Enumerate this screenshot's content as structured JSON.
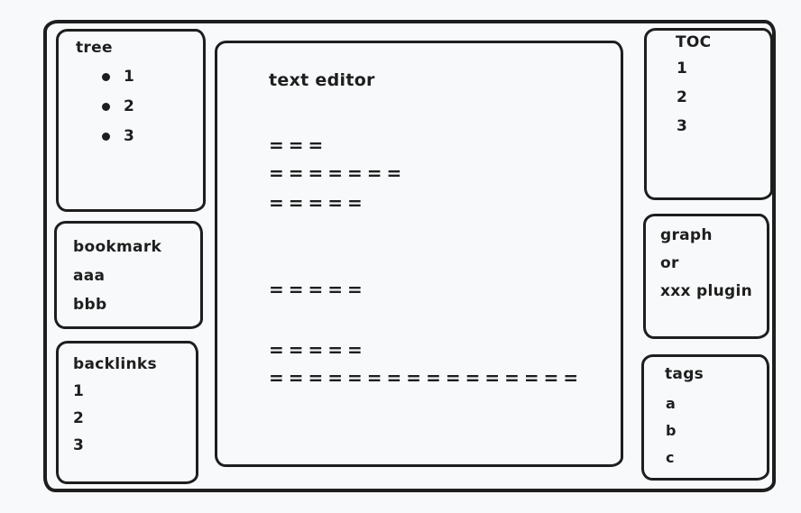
{
  "colors": {
    "stroke": "#1e1e1e",
    "background": "#f8f9fa"
  },
  "left_sidebar": {
    "tree": {
      "title": "tree",
      "items": [
        "1",
        "2",
        "3"
      ]
    },
    "bookmark": {
      "title": "bookmark",
      "items": [
        "aaa",
        "bbb"
      ]
    },
    "backlinks": {
      "title": "backlinks",
      "items": [
        "1",
        "2",
        "3"
      ]
    }
  },
  "editor": {
    "title": "text editor",
    "lines": [
      "===",
      "=======",
      "=====",
      "=====",
      "=====",
      "================"
    ]
  },
  "right_sidebar": {
    "toc": {
      "title": "TOC",
      "items": [
        "1",
        "2",
        "3"
      ]
    },
    "graph": {
      "lines": [
        "graph",
        "or",
        "xxx plugin"
      ]
    },
    "tags": {
      "title": "tags",
      "items": [
        "a",
        "b",
        "c"
      ]
    }
  }
}
